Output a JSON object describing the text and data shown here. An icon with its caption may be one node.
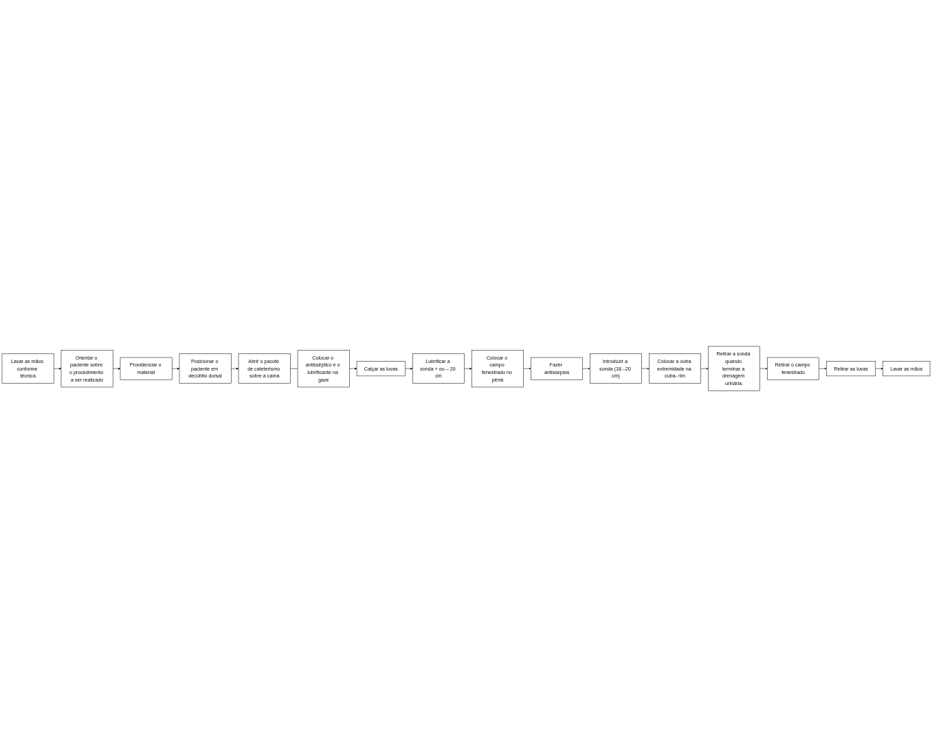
{
  "diagram": {
    "nodes": [
      {
        "text": [
          "Lavar as mãos conforme técnica"
        ]
      },
      {
        "text": [
          "Orientar o paciente sobre o procedimento a ser realizado"
        ]
      },
      {
        "text": [
          "Providenciar o material"
        ]
      },
      {
        "text": [
          "Posicionar o paciente em decúbito dorsal"
        ]
      },
      {
        "text": [
          "Abrir o pacote de cateterismo sobre a cama"
        ]
      },
      {
        "text": [
          "Colocar o antisséptico e o lubrificante na gaze"
        ]
      },
      {
        "text": [
          "Calçar as luvas"
        ]
      },
      {
        "text": [
          "Lubrificar a sonda + ou – 20 cm"
        ]
      },
      {
        "text": [
          "Colocar o campo fenestrado no pênis"
        ]
      },
      {
        "text": [
          "Fazer antissepsia"
        ]
      },
      {
        "text": [
          "Introduzir a sonda (18 –20 cm)"
        ]
      },
      {
        "text": [
          "Colocar a outra extremidade na cuba- rim"
        ]
      },
      {
        "text": [
          "Retirar a sonda quando terminar a drenagem urinária."
        ]
      },
      {
        "text": [
          "Retirar o campo fenestrado"
        ]
      },
      {
        "text": [
          "Retirar as luvas"
        ]
      },
      {
        "text": [
          "Lavar as mãos"
        ]
      }
    ],
    "edges": [
      {
        "from": 0,
        "to": 1,
        "arrow": "to"
      },
      {
        "from": 1,
        "to": 2,
        "arrow": "to"
      },
      {
        "from": 2,
        "to": 3,
        "arrow": "to"
      },
      {
        "from": 3,
        "to": 4,
        "arrow": "to"
      },
      {
        "from": 4,
        "to": 5,
        "arrow": "none"
      },
      {
        "from": 5,
        "to": 6,
        "arrow": "to"
      },
      {
        "from": 6,
        "to": 7,
        "arrow": "to"
      },
      {
        "from": 7,
        "to": 8,
        "arrow": "to"
      },
      {
        "from": 8,
        "to": 9,
        "arrow": "to"
      },
      {
        "from": 9,
        "to": 10,
        "arrow": "to"
      },
      {
        "from": 10,
        "to": 11,
        "arrow": "to"
      },
      {
        "from": 11,
        "to": 12,
        "arrow": "to"
      },
      {
        "from": 12,
        "to": 13,
        "arrow": "to"
      },
      {
        "from": 13,
        "to": 14,
        "arrow": "to"
      },
      {
        "from": 14,
        "to": 15,
        "arrow": "to"
      }
    ]
  }
}
